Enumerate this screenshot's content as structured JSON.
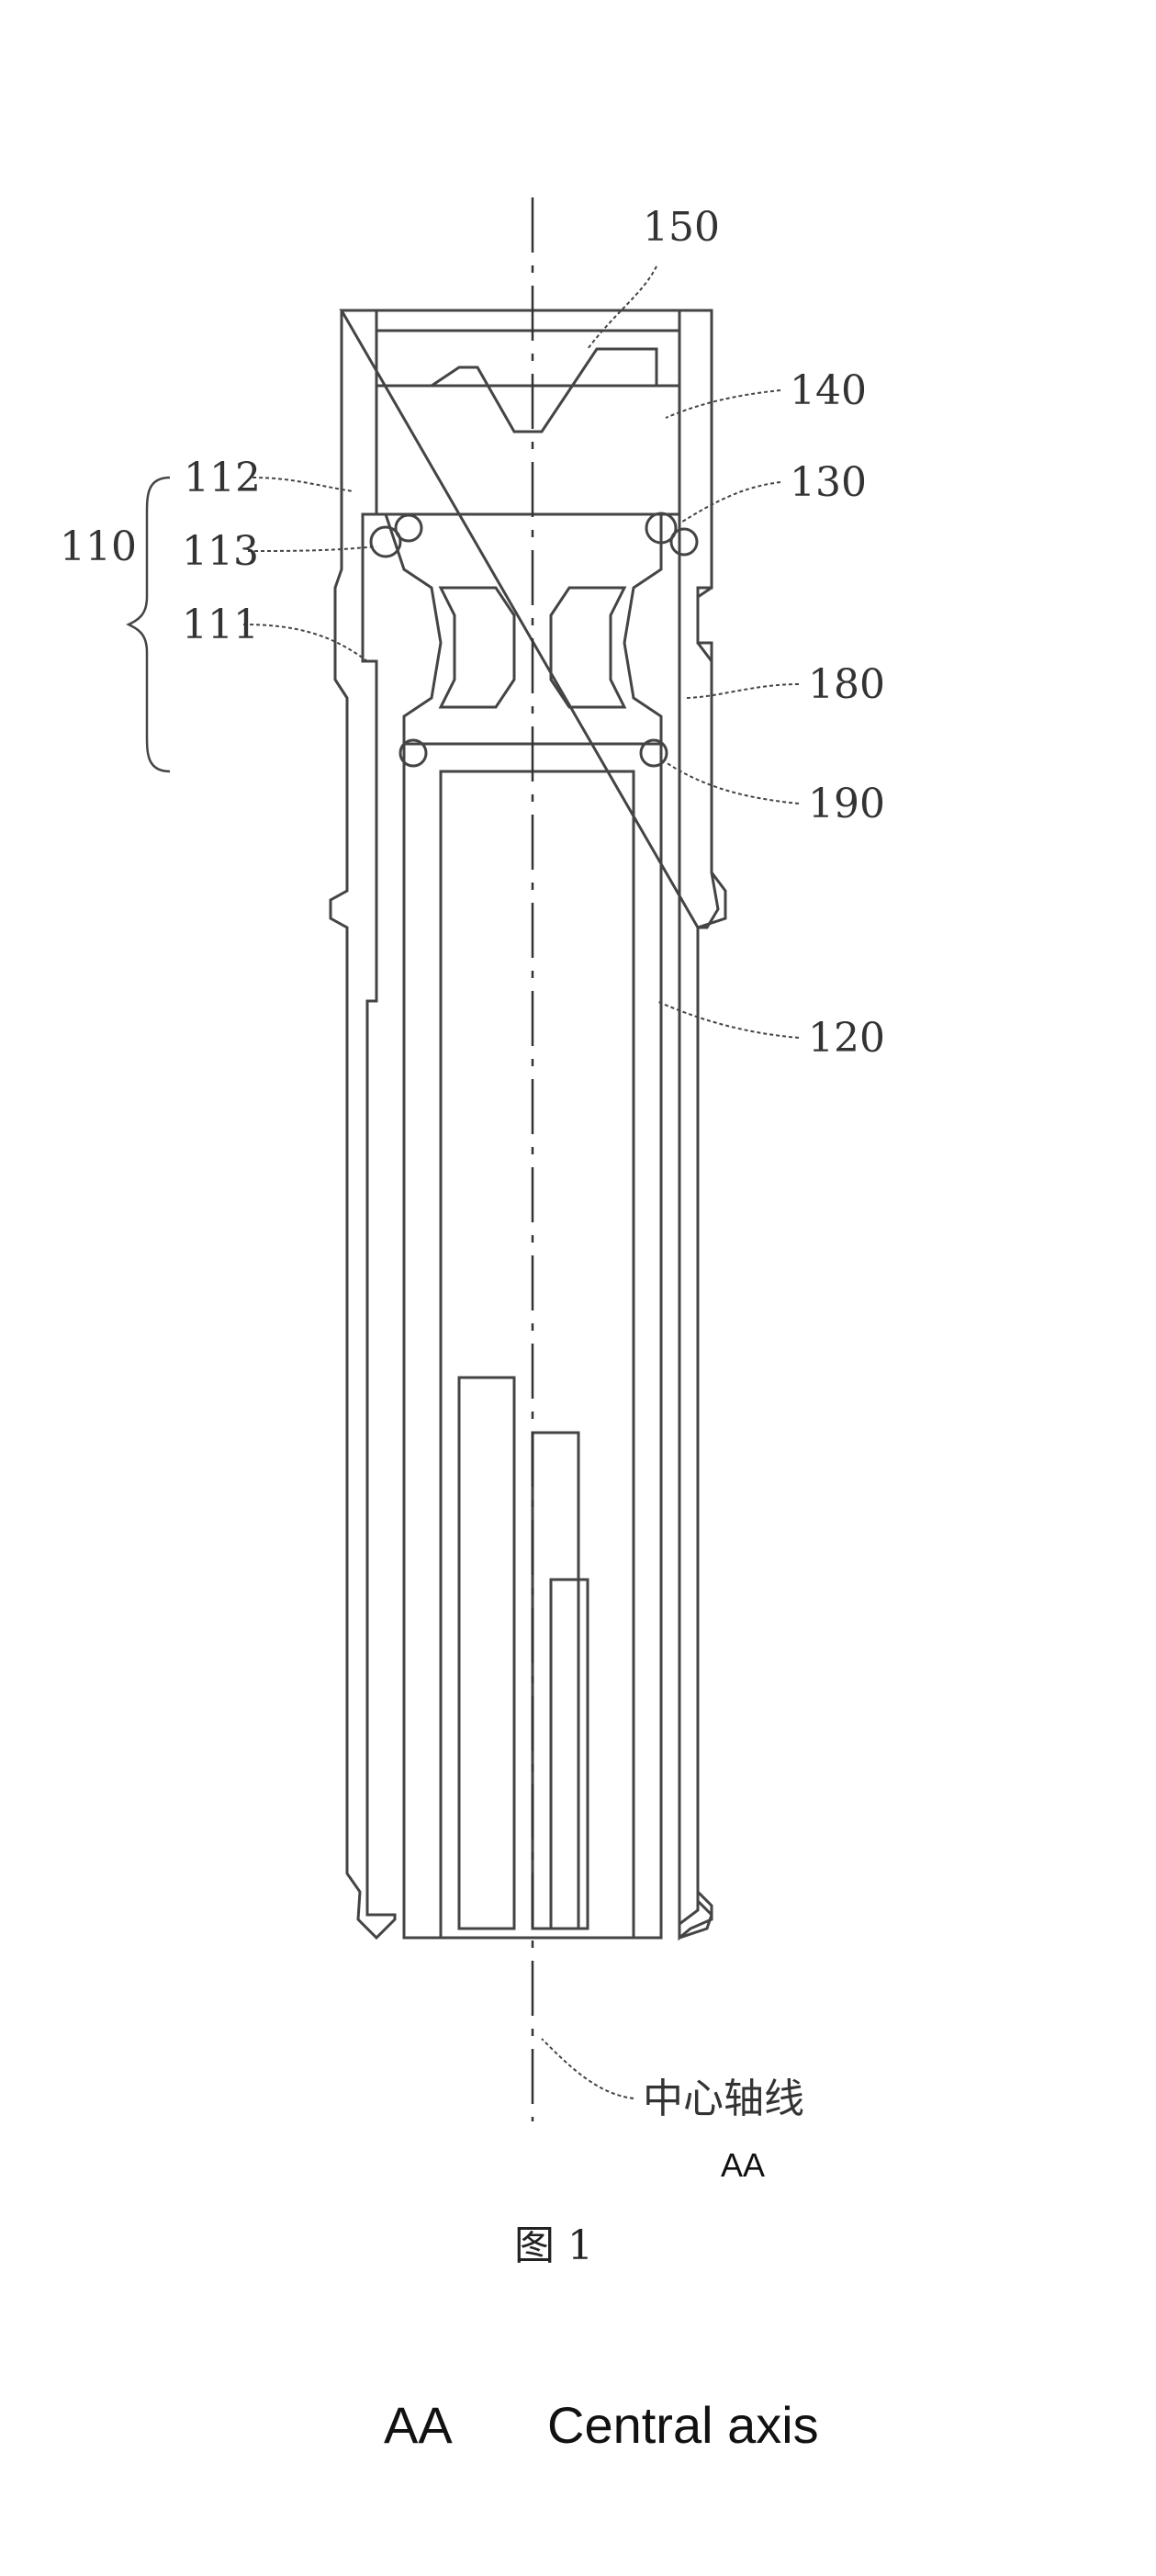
{
  "figure": {
    "caption": "图 1",
    "reference_labels": {
      "r110": "110",
      "r111": "111",
      "r112": "112",
      "r113": "113",
      "r120": "120",
      "r130": "130",
      "r140": "140",
      "r150": "150",
      "r180": "180",
      "r190": "190"
    },
    "axis_label_cn": "中心轴线",
    "axis_label_code": "AA"
  },
  "legend": {
    "code": "AA",
    "meaning": "Central axis"
  }
}
